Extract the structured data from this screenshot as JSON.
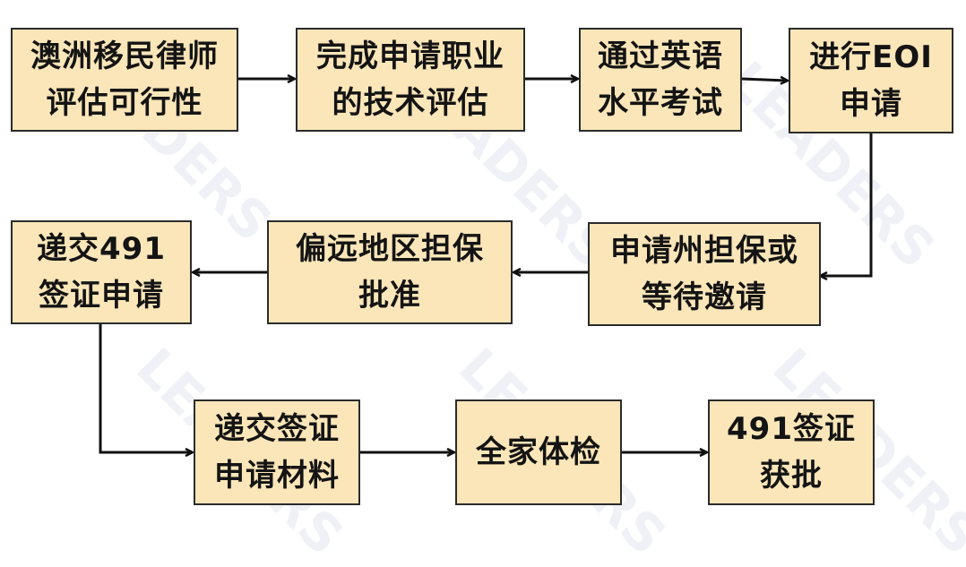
{
  "colors": {
    "node_fill": "#fbe6b9",
    "node_border": "#2b2b2b",
    "arrow": "#111111",
    "watermark": "#788cb4"
  },
  "watermark": {
    "text": "LEADERS"
  },
  "nodes": {
    "n1": {
      "line1": "澳洲移民律师",
      "line2": "评估可行性"
    },
    "n2": {
      "line1": "完成申请职业",
      "line2": "的技术评估"
    },
    "n3": {
      "line1": "通过英语",
      "line2": "水平考试"
    },
    "n4": {
      "line1": "进行EOI",
      "line2": "申请"
    },
    "n5": {
      "line1": "申请州担保或",
      "line2": "等待邀请"
    },
    "n6": {
      "line1": "偏远地区担保",
      "line2": "批准"
    },
    "n7": {
      "line1": "递交491",
      "line2": "签证申请"
    },
    "n8": {
      "line1": "递交签证",
      "line2": "申请材料"
    },
    "n9": {
      "line1": "全家体检"
    },
    "n10": {
      "line1": "491签证",
      "line2": "获批"
    }
  }
}
